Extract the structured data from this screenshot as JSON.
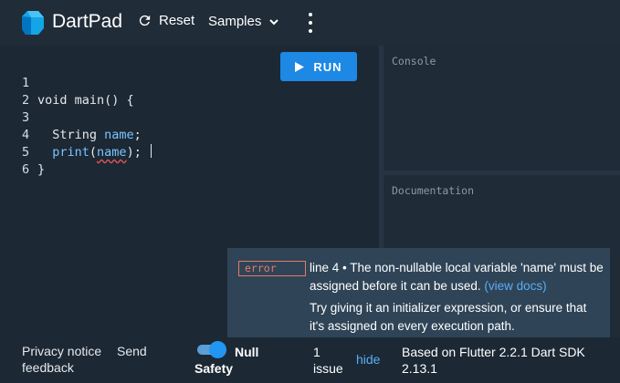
{
  "header": {
    "title": "DartPad",
    "reset_label": "Reset",
    "samples_label": "Samples",
    "logo_icon": "dart-logo-icon",
    "reset_icon": "refresh-icon",
    "samples_icon": "chevron-down-icon",
    "more_icon": "more-vert-icon"
  },
  "editor": {
    "run_label": "RUN",
    "lines": [
      {
        "num": "1",
        "text": "void main() {"
      },
      {
        "num": "2",
        "text": ""
      },
      {
        "num": "3",
        "pre": "  String ",
        "var": "name",
        "post": ";"
      },
      {
        "num": "4",
        "fn": "print",
        "open": "(",
        "var": "name",
        "post": ");"
      },
      {
        "num": "5",
        "text": "}"
      },
      {
        "num": "6",
        "text": ""
      }
    ]
  },
  "console": {
    "label": "Console"
  },
  "documentation": {
    "label": "Documentation"
  },
  "issue": {
    "severity": "error",
    "message": "line 4 • The non-nullable local variable 'name' must be assigned before it can be used.",
    "docs_link": "(view docs)",
    "fix": "Try giving it an initializer expression, or ensure that it's assigned on every execution path."
  },
  "footer": {
    "privacy": "Privacy notice",
    "send": "Send",
    "feedback": "feedback",
    "null_label": "Null",
    "safety_label": "Safety",
    "null_safety_enabled": true,
    "issue_count": "1",
    "issue_word": "issue",
    "hide": "hide",
    "version_line1": "Based on Flutter 2.2.1 Dart SDK",
    "version_line2": "2.13.1"
  },
  "colors": {
    "accent": "#1e88e5",
    "error": "#e67a6b",
    "link": "#5aaef5",
    "background": "#1c2834"
  }
}
